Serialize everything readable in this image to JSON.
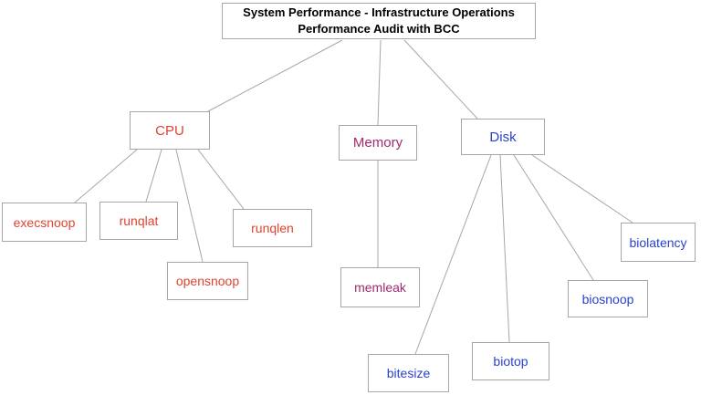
{
  "diagram": {
    "nodes": {
      "root": {
        "line1": "System Performance - Infrastructure Operations",
        "line2": "Performance Audit with BCC"
      },
      "cpu": {
        "label": "CPU"
      },
      "memory": {
        "label": "Memory"
      },
      "disk": {
        "label": "Disk"
      },
      "execsnoop": {
        "label": "execsnoop"
      },
      "runqlat": {
        "label": "runqlat"
      },
      "opensnoop": {
        "label": "opensnoop"
      },
      "runqlen": {
        "label": "runqlen"
      },
      "memleak": {
        "label": "memleak"
      },
      "bitesize": {
        "label": "bitesize"
      },
      "biotop": {
        "label": "biotop"
      },
      "biosnoop": {
        "label": "biosnoop"
      },
      "biolatency": {
        "label": "biolatency"
      }
    },
    "edges": [
      [
        "root",
        "cpu"
      ],
      [
        "root",
        "memory"
      ],
      [
        "root",
        "disk"
      ],
      [
        "cpu",
        "execsnoop"
      ],
      [
        "cpu",
        "runqlat"
      ],
      [
        "cpu",
        "opensnoop"
      ],
      [
        "cpu",
        "runqlen"
      ],
      [
        "memory",
        "memleak"
      ],
      [
        "disk",
        "bitesize"
      ],
      [
        "disk",
        "biotop"
      ],
      [
        "disk",
        "biosnoop"
      ],
      [
        "disk",
        "biolatency"
      ]
    ],
    "colors": {
      "title_text": "#000000",
      "cpu_branch": "#df4330",
      "memory_branch": "#a12a6f",
      "disk_branch": "#2a41cd",
      "box_border": "#a6a6a6",
      "connector": "#a6a6a6",
      "background": "#ffffff"
    }
  }
}
